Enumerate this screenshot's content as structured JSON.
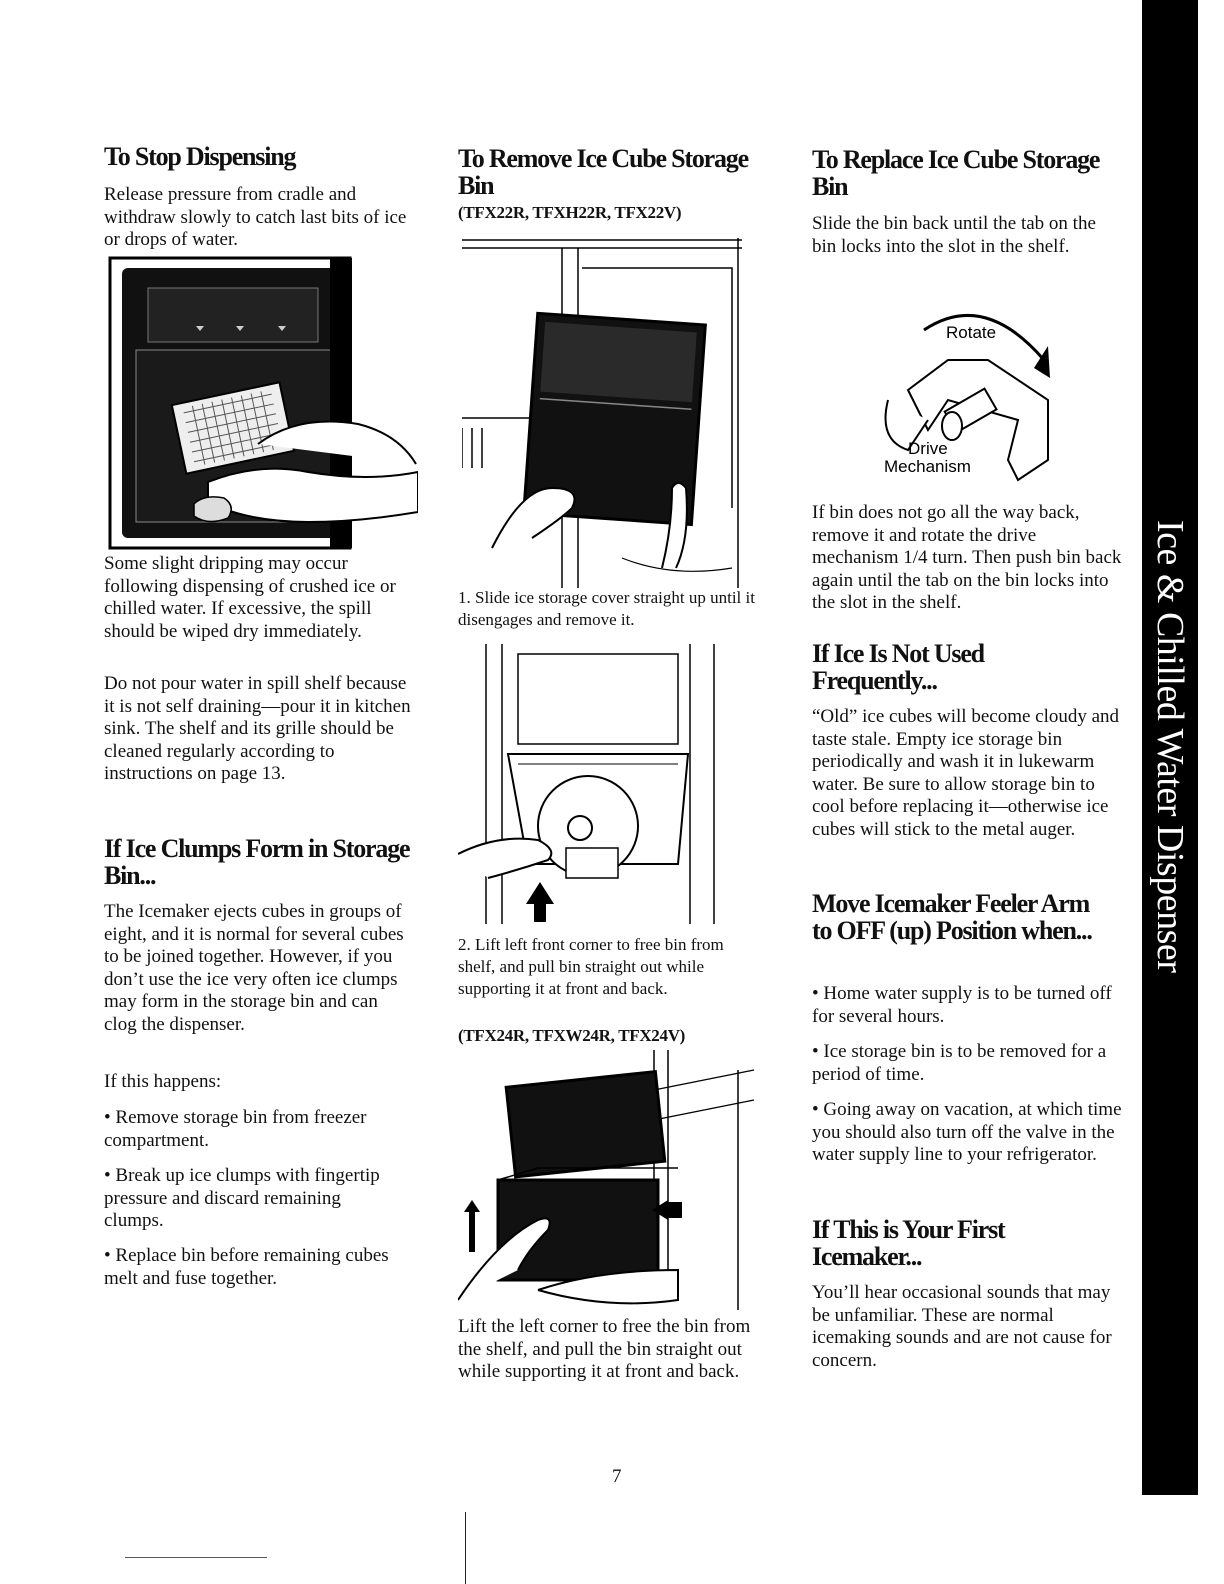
{
  "col1": {
    "stop_heading": "To Stop Dispensing",
    "stop_text": "Release pressure from cradle and withdraw slowly to catch last bits of ice or drops of water.",
    "drip_text": "Some slight dripping may occur following dispensing of crushed ice or chilled water. If excessive, the spill should be wiped dry immediately.",
    "pour_text": "Do not pour water in spill shelf because it is not self draining—pour it in kitchen sink. The shelf and its grille should be cleaned regularly according to instructions on page 13.",
    "clumps_heading": "If Ice Clumps Form in Storage Bin...",
    "clumps_text": "The Icemaker ejects cubes in groups of eight, and it is normal for several cubes to be joined together. However, if you don’t use the ice very often ice clumps may form in the storage bin and can clog the dispenser.",
    "happens": "If this happens:",
    "bullets": [
      "• Remove storage bin from freezer compartment.",
      "• Break up ice clumps with fingertip pressure and discard remaining clumps.",
      "• Replace bin before remaining cubes melt and fuse together."
    ]
  },
  "col2": {
    "remove_heading": "To Remove Ice Cube Storage Bin",
    "models_a": "(TFX22R, TFXH22R, TFX22V)",
    "step1": "1. Slide ice storage cover straight up until it disengages and remove it.",
    "step2": "2. Lift left front corner to free bin from shelf, and pull bin straight out while supporting it at front and back.",
    "models_b": "(TFX24R, TFXW24R, TFX24V)",
    "lift_text": "Lift the left corner to free the bin from the shelf, and pull the bin straight out while supporting it at front and back."
  },
  "col3": {
    "replace_heading": "To Replace Ice Cube Storage Bin",
    "replace_text": "Slide the bin back until the tab on the bin locks into the slot in the shelf.",
    "rotate_label": "Rotate",
    "drive_label": "Drive",
    "mechanism_label": "Mechanism",
    "ifbin_text": "If bin does not go all the way back, remove it and rotate the drive mechanism 1/4 turn. Then push bin back again until the tab on the bin locks into the slot in the shelf.",
    "notused_heading": "If Ice Is Not Used Frequently...",
    "notused_text": "“Old” ice cubes will become cloudy and taste stale. Empty ice storage bin periodically and wash it in lukewarm water. Be sure to allow storage bin to cool before replacing it—otherwise ice cubes will stick to the metal auger.",
    "feeler_heading": "Move Icemaker Feeler Arm to OFF (up) Position when...",
    "feeler_bullets": [
      "• Home water supply is to be turned off for several hours.",
      "• Ice storage bin is to be removed for a period of time.",
      "• Going away on vacation, at which time you should also turn off the valve in the water supply line to your refrigerator."
    ],
    "first_heading": "If This is Your First Icemaker...",
    "first_text": "You’ll hear occasional sounds that may be unfamiliar. These are normal icemaking sounds and are not cause for concern."
  },
  "sidebar": {
    "label": "Ice & Chilled Water Dispenser"
  },
  "page_number": "7"
}
